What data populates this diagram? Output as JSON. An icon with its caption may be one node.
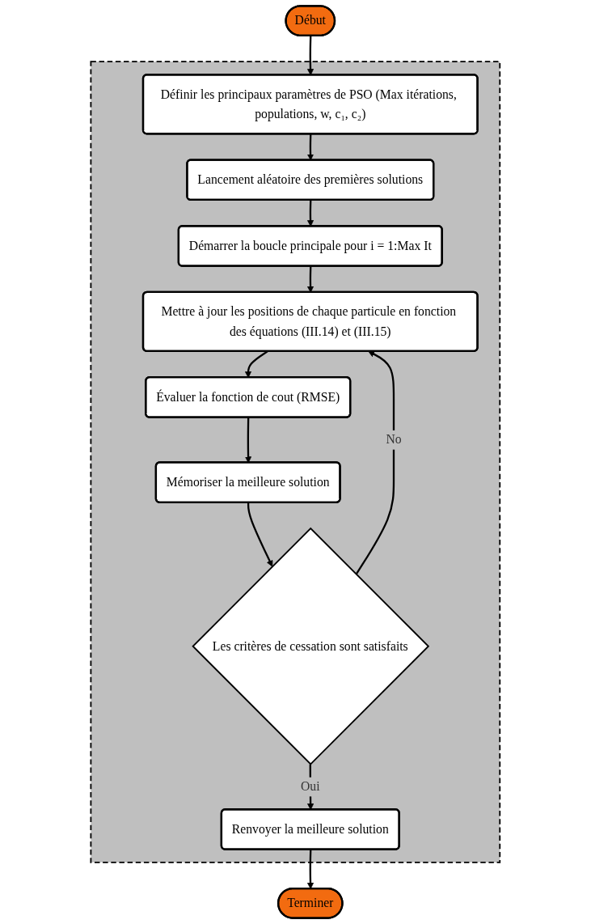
{
  "diagram": {
    "nodes": [
      {
        "text": [
          "Début"
        ]
      },
      {
        "text": [],
        "shape": "box"
      },
      {
        "text": [
          "Définir les principaux paramètres de PSO (Max itérations, populations, w, c₁, c₂)"
        ],
        "in": 1
      },
      {
        "text": [
          "Lancement aléatoire des premières solutions"
        ],
        "in": 1
      },
      {
        "text": [
          "Démarrer la boucle principale pour i = 1:Max It"
        ],
        "in": 1
      },
      {
        "text": [
          "Mettre à jour les positions de chaque particule en fonction des équations (III.14) et (III.15)"
        ],
        "in": 1
      },
      {
        "text": [
          "Évaluer la fonction de cout (RMSE)"
        ],
        "in": 1
      },
      {
        "text": [
          "Mémoriser la meilleure solution"
        ],
        "in": 1
      },
      {
        "text": [
          "Les critères de cessation sont satisfaits"
        ],
        "in": 1
      },
      {
        "text": [
          "Renvoyer la meilleure solution"
        ],
        "in": 1
      },
      {
        "text": [
          "Terminer"
        ]
      }
    ],
    "edges": [
      {
        "from": 0,
        "to": 2,
        "arrow": "to"
      },
      {
        "from": 2,
        "to": 3,
        "arrow": "to"
      },
      {
        "from": 3,
        "to": 4,
        "arrow": "to"
      },
      {
        "from": 4,
        "to": 5,
        "arrow": "to"
      },
      {
        "from": 5,
        "to": 6,
        "arrow": "to"
      },
      {
        "from": 6,
        "to": 7,
        "arrow": "to"
      },
      {
        "from": 7,
        "to": 8,
        "arrow": "to"
      },
      {
        "from": 8,
        "to": 5,
        "label": "No",
        "arrow": "to"
      },
      {
        "from": 8,
        "to": 9,
        "label": "Oui",
        "arrow": "to"
      },
      {
        "from": 9,
        "to": 10,
        "arrow": "to"
      }
    ]
  }
}
